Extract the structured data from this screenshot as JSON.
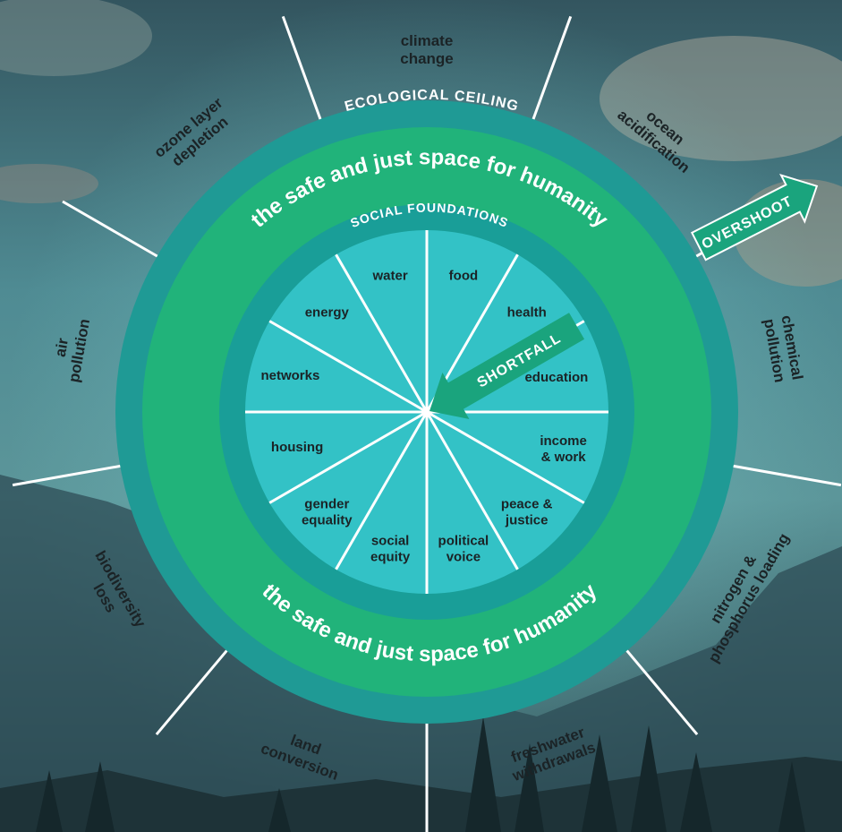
{
  "diagram": {
    "ecological_ceiling_label": "ECOLOGICAL CEILING",
    "social_foundations_label": "SOCIAL FOUNDATIONS",
    "safe_space_top": "the safe and just space for humanity",
    "safe_space_bottom": "the safe and just space for humanity",
    "overshoot_label": "OVERSHOOT",
    "shortfall_label": "SHORTFALL",
    "ecological_dimensions": [
      [
        "climate",
        "change"
      ],
      [
        "ocean",
        "acidification"
      ],
      [
        "chemical",
        "pollution"
      ],
      [
        "nitrogen &",
        "phosphorus loading"
      ],
      [
        "freshwater",
        "withdrawals"
      ],
      [
        "land",
        "conversion"
      ],
      [
        "biodiversity",
        "loss"
      ],
      [
        "air",
        "pollution"
      ],
      [
        "ozone layer",
        "depletion"
      ]
    ],
    "social_dimensions": [
      [
        "food"
      ],
      [
        "health"
      ],
      [
        "education"
      ],
      [
        "income",
        "& work"
      ],
      [
        "peace &",
        "justice"
      ],
      [
        "political",
        "voice"
      ],
      [
        "social",
        "equity"
      ],
      [
        "gender",
        "equality"
      ],
      [
        "housing"
      ],
      [
        "networks"
      ],
      [
        "energy"
      ],
      [
        "water"
      ]
    ],
    "colors": {
      "ceiling_ring": "#1f9a95",
      "safe_space": "#21b37a",
      "foundation_ring": "#199e98",
      "inner_fill": "#33c2c6",
      "arrow": "#1aa47d",
      "spoke": "#ffffff",
      "label_text": "#1b2326"
    }
  }
}
